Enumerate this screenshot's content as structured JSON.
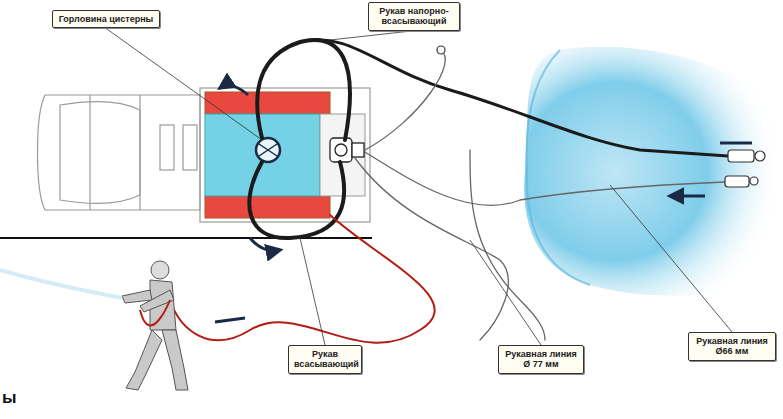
{
  "diagram": {
    "nodes": [
      {
        "text": [
          "Горловина цистерны"
        ]
      },
      {
        "text": [
          "Рукав напорно-всасывающий"
        ]
      },
      {
        "text": [
          "Рукав всасывающий"
        ]
      },
      {
        "text": [
          "Рукавная линия Ø 77 мм"
        ]
      },
      {
        "text": [
          "Рукавная линия Ø66 мм"
        ]
      }
    ],
    "labels": [
      "ы"
    ]
  }
}
